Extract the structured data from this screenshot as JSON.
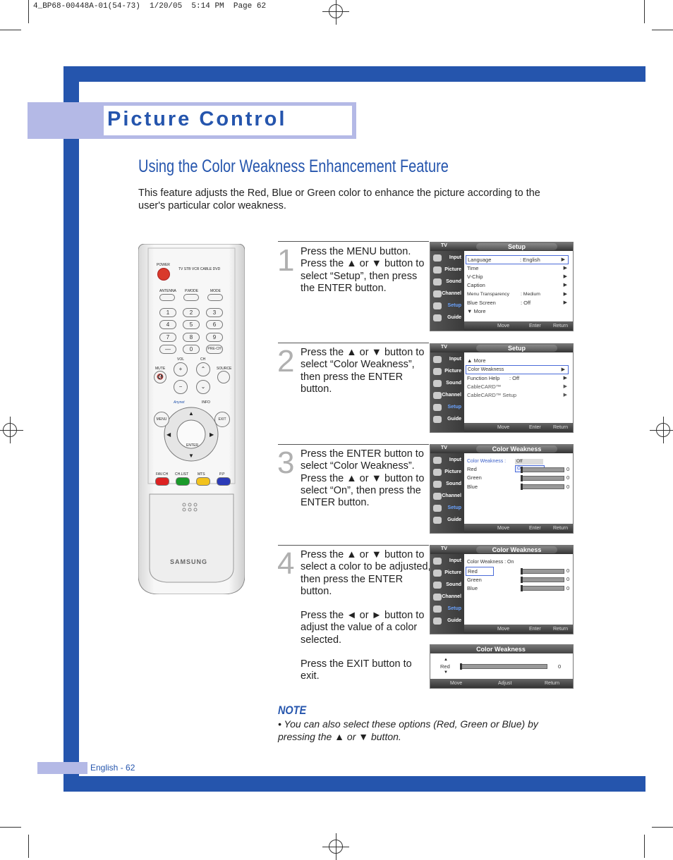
{
  "slug": "4_BP68-00448A-01(54-73)  1/20/05  5:14 PM  Page 62",
  "header": {
    "title": "Picture Control"
  },
  "section": {
    "title": "Using the Color Weakness Enhancement Feature",
    "intro": "This feature adjusts the Red, Blue or Green color to enhance the picture according to the user's particular color weakness."
  },
  "steps": [
    {
      "num": "1",
      "text": "Press the MENU button. Press the ▲ or ▼ button to select “Setup”, then press the ENTER button."
    },
    {
      "num": "2",
      "text": "Press the ▲ or ▼ button to select “Color Weakness”, then press the ENTER button."
    },
    {
      "num": "3",
      "text": "Press the ENTER button to select “Color Weakness”. Press the ▲ or ▼ button to select “On”, then press the ENTER button."
    },
    {
      "num": "4",
      "text": "Press the ▲ or ▼ button to select a color to be adjusted, then press the ENTER button.",
      "text2": "Press the ◄ or ► button to adjust the value of a color selected.",
      "text3": "Press the EXIT button to exit."
    }
  ],
  "osd": {
    "tv": "TV",
    "tabs": [
      "Input",
      "Picture",
      "Sound",
      "Channel",
      "Setup",
      "Guide"
    ],
    "footer": {
      "move": "Move",
      "enter": "Enter",
      "return": "Return"
    },
    "menu1": {
      "title": "Setup",
      "rows": [
        {
          "label": "Language",
          "value": ": English"
        },
        {
          "label": "Time",
          "value": ""
        },
        {
          "label": "V-Chip",
          "value": ""
        },
        {
          "label": "Caption",
          "value": ""
        },
        {
          "label": "Menu Transparency",
          "value": ": Medium"
        },
        {
          "label": "Blue Screen",
          "value": ": Off"
        },
        {
          "label": "▼ More",
          "value": ""
        }
      ]
    },
    "menu2": {
      "title": "Setup",
      "rows": [
        {
          "label": "▲ More",
          "value": ""
        },
        {
          "label": "Color Weakness",
          "value": ""
        },
        {
          "label": "Function Help",
          "value": ": Off"
        },
        {
          "label": "CableCARD™",
          "value": ""
        },
        {
          "label": "CableCARD™ Setup",
          "value": ""
        }
      ]
    },
    "menu3": {
      "title": "Color Weakness",
      "cw_label": "Color Weakness :",
      "options": [
        "Off",
        "On"
      ],
      "colors": [
        {
          "label": "Red",
          "value": "0"
        },
        {
          "label": "Green",
          "value": "0"
        },
        {
          "label": "Blue",
          "value": "0"
        }
      ]
    },
    "menu4": {
      "title": "Color Weakness",
      "cw_label": "Color Weakness : On",
      "colors": [
        {
          "label": "Red",
          "value": "0"
        },
        {
          "label": "Green",
          "value": "0"
        },
        {
          "label": "Blue",
          "value": "0"
        }
      ]
    },
    "menu5": {
      "title": "Color Weakness",
      "label": "Red",
      "value": "0",
      "footer": {
        "move": "Move",
        "adjust": "Adjust",
        "return": "Return"
      }
    }
  },
  "remote": {
    "power": "POWER",
    "modes": "TV  STB  VCR  CABLE  DVD",
    "antenna": "ANTENNA",
    "pmode": "P.MODE",
    "mode": "MODE",
    "digits": [
      "1",
      "2",
      "3",
      "4",
      "5",
      "6",
      "7",
      "8",
      "9",
      "—",
      "0",
      "PRE-CH"
    ],
    "vol": "VOL",
    "ch": "CH",
    "mute": "MUTE",
    "source": "SOURCE",
    "anynet": "Anynet",
    "info": "INFO",
    "menu": "MENU",
    "exit": "EXIT",
    "enter": "ENTER",
    "colored": [
      "FAV.CH",
      "CH.LIST",
      "MTS",
      "P.P"
    ],
    "brand": "SAMSUNG"
  },
  "note": {
    "title": "NOTE",
    "text": "• You can also select these options (Red, Green or Blue) by pressing the ▲ or ▼ button."
  },
  "footer": {
    "page": "English - 62"
  },
  "colors": {
    "accent": "#2555ad",
    "band": "#b4b9e6"
  }
}
